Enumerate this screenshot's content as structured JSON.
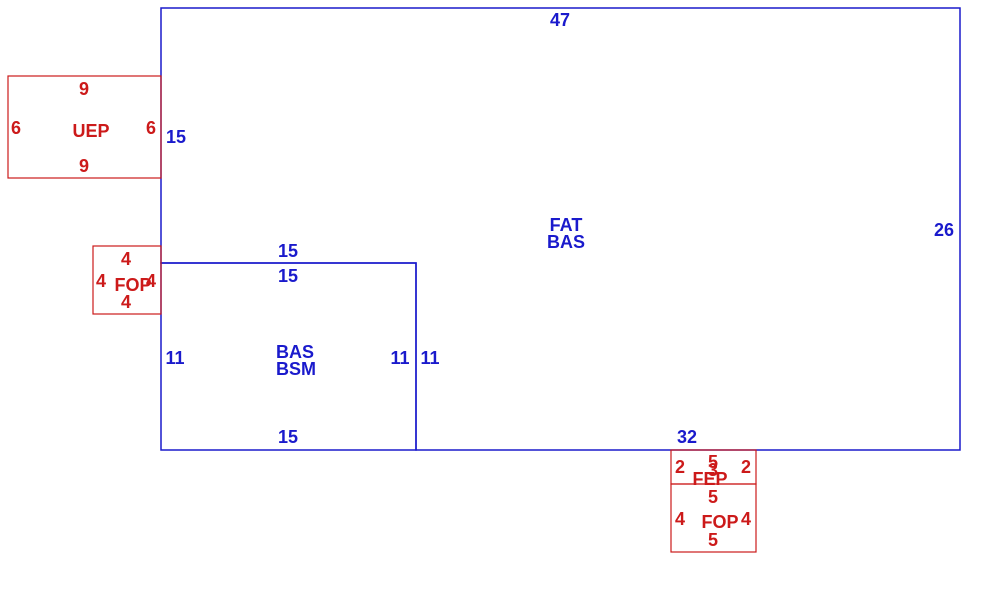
{
  "colors": {
    "main": "#1a1acc",
    "addition": "#cc1a1a",
    "background": "#ffffff"
  },
  "areas": [
    {
      "id": "fat-bas",
      "kind": "main",
      "labels": [
        "FAT",
        "BAS"
      ],
      "dims": [
        "47",
        "26",
        "32",
        "11",
        "15",
        "15"
      ]
    },
    {
      "id": "bas-bsm",
      "kind": "main",
      "labels": [
        "BAS",
        "BSM"
      ],
      "dims": [
        "15",
        "11",
        "15",
        "11"
      ]
    },
    {
      "id": "uep",
      "kind": "addition",
      "labels": [
        "UEP"
      ],
      "dims": [
        "9",
        "6",
        "9",
        "6"
      ]
    },
    {
      "id": "fop-left",
      "kind": "addition",
      "labels": [
        "FOP"
      ],
      "dims": [
        "4",
        "4",
        "4",
        "4"
      ]
    },
    {
      "id": "fep",
      "kind": "addition",
      "labels": [
        "FEP"
      ],
      "dims": [
        "5",
        "2",
        "3",
        "2"
      ]
    },
    {
      "id": "fop-bottom",
      "kind": "addition",
      "labels": [
        "FOP"
      ],
      "dims": [
        "5",
        "4",
        "5",
        "4"
      ]
    }
  ]
}
